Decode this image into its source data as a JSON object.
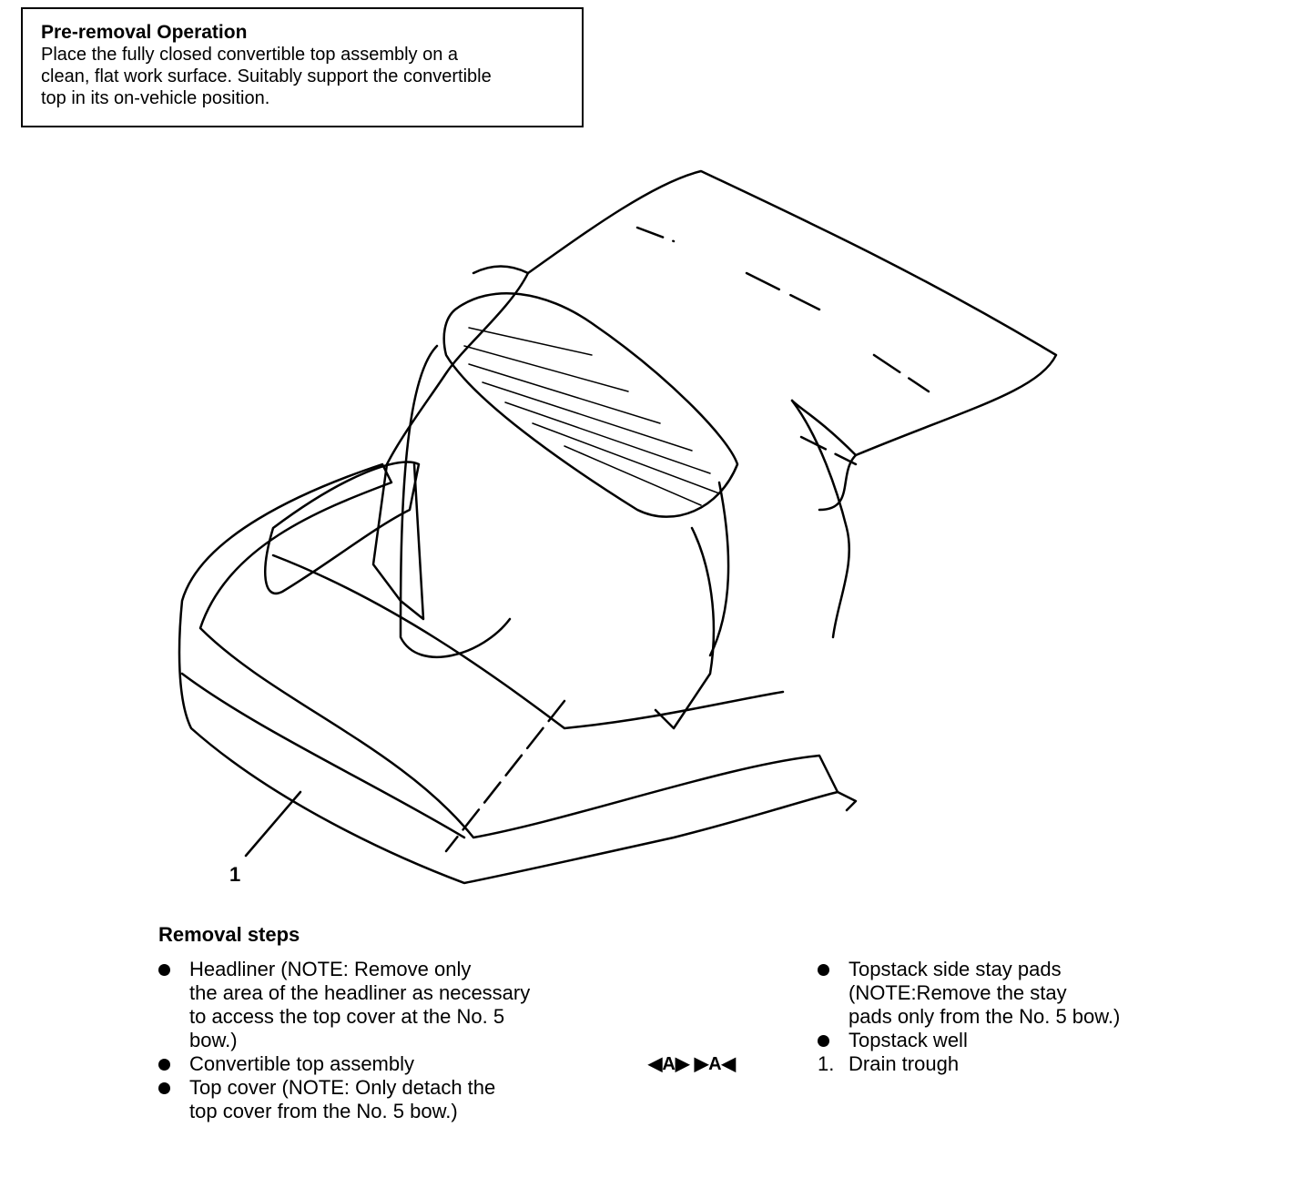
{
  "pre_removal": {
    "title": "Pre-removal Operation",
    "lines": [
      "Place the fully closed convertible top assembly on a",
      "clean, flat work surface. Suitably support the convertible",
      "top in its on-vehicle position."
    ]
  },
  "diagram": {
    "callout": "1"
  },
  "removal": {
    "title": "Removal steps",
    "left_items": [
      "Headliner (NOTE: Remove only\nthe area of the headliner as necessary\nto access the top cover at the No. 5\nbow.)",
      "Convertible top assembly",
      "Top cover (NOTE: Only detach the\ntop cover from the No. 5 bow.)"
    ],
    "right_items": [
      "Topstack side stay pads\n(NOTE:Remove the stay\npads only from the No. 5 bow.)",
      "Topstack well"
    ],
    "numbered_item": {
      "number": "1.",
      "label": "Drain trough"
    },
    "service_symbols": "◀A▶  ▶A◀"
  }
}
